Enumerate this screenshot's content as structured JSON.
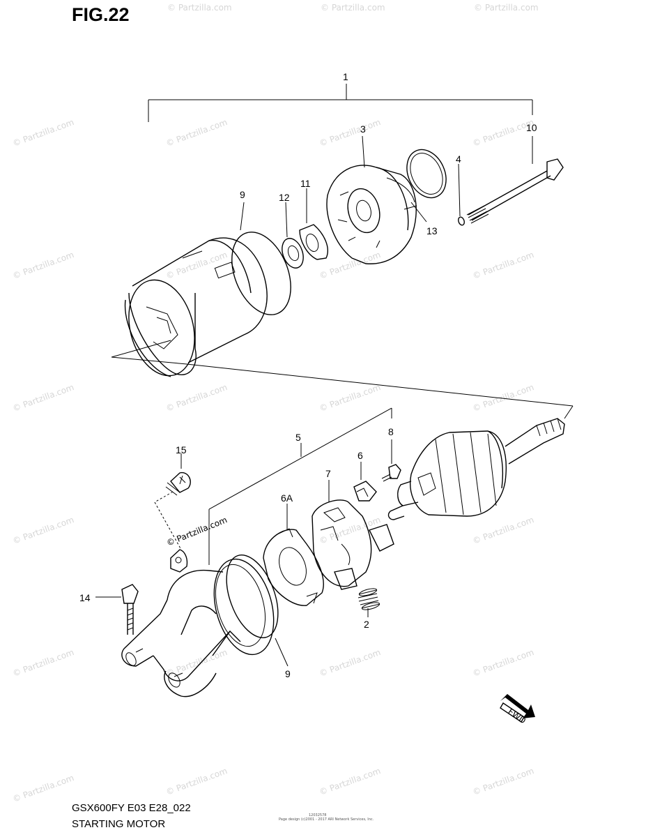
{
  "figure": {
    "title": "FIG.22"
  },
  "callouts": [
    {
      "id": "1",
      "label": "1"
    },
    {
      "id": "2",
      "label": "2"
    },
    {
      "id": "3",
      "label": "3"
    },
    {
      "id": "4",
      "label": "4"
    },
    {
      "id": "5",
      "label": "5"
    },
    {
      "id": "6",
      "label": "6"
    },
    {
      "id": "6A",
      "label": "6A"
    },
    {
      "id": "7",
      "label": "7"
    },
    {
      "id": "8",
      "label": "8"
    },
    {
      "id": "9a",
      "label": "9"
    },
    {
      "id": "9b",
      "label": "9"
    },
    {
      "id": "10",
      "label": "10"
    },
    {
      "id": "11",
      "label": "11"
    },
    {
      "id": "12",
      "label": "12"
    },
    {
      "id": "13",
      "label": "13"
    },
    {
      "id": "14",
      "label": "14"
    },
    {
      "id": "15",
      "label": "15"
    }
  ],
  "watermark": {
    "text": "© Partzilla.com",
    "center_text": "© Partzilla.com"
  },
  "fwd_marker": {
    "text": "FWD"
  },
  "footer": {
    "code": "GSX600FY E03 E28_022",
    "name": "STARTING MOTOR",
    "page_id": "12032578",
    "copyright": "Page design (c)2001 - 2017 ARI Network Services, Inc."
  }
}
